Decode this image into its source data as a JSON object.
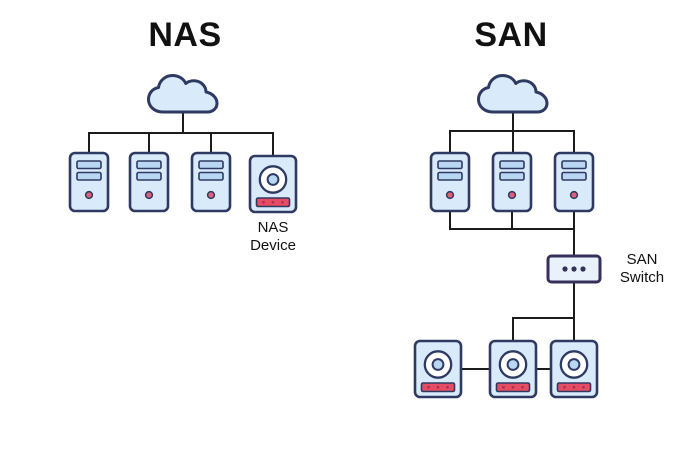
{
  "colors": {
    "background": "#ffffff",
    "line": "#1c1c1c",
    "text": "#111111",
    "fill": "#d9eafb",
    "stroke": "#2e3a62",
    "bar": "#b9d6f3",
    "dot": "#e06078",
    "red": "#e64c63",
    "red_dark": "#a63050",
    "platter": "#ffffff",
    "switch": "#35305c",
    "switch_fill": "#e9f1fb"
  },
  "nas": {
    "title": "NAS",
    "device_label": "NAS Device",
    "nodes": [
      "cloud",
      "server",
      "server",
      "server",
      "nas-device"
    ]
  },
  "san": {
    "title": "SAN",
    "switch_label": "SAN Switch",
    "nodes": [
      "cloud",
      "server",
      "server",
      "server",
      "san-switch",
      "disk",
      "disk",
      "disk"
    ]
  }
}
